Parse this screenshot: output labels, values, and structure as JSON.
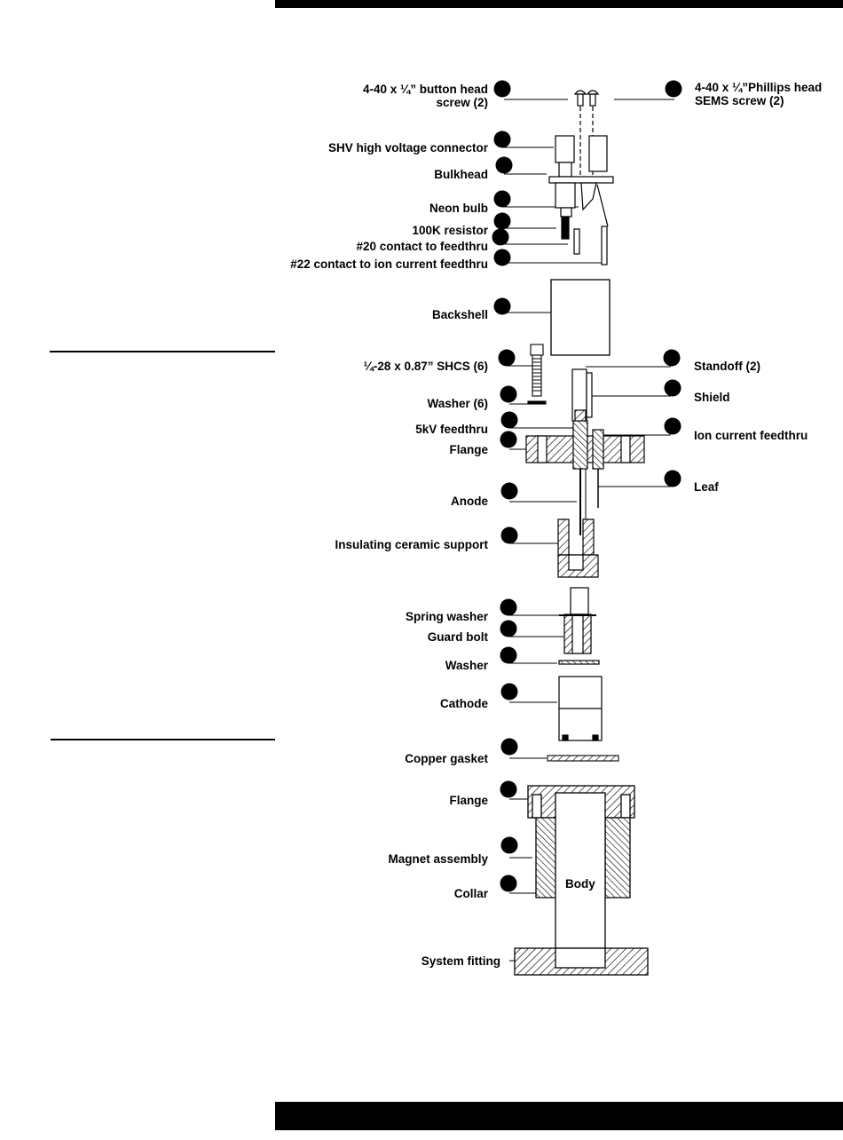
{
  "labels": {
    "button_head_screw": "4-40 x ¼” button head",
    "button_head_screw_qty": "screw (2)",
    "phillips_screw": "4-40 x ¼”Phillips head",
    "phillips_screw_qty": "SEMS screw (2)",
    "shv_connector": "SHV high voltage connector",
    "bulkhead": "Bulkhead",
    "neon_bulb": "Neon bulb",
    "resistor": "100K resistor",
    "contact_20": "#20 contact to feedthru",
    "contact_22": "#22 contact to ion current feedthru",
    "backshell": "Backshell",
    "shcs": "¼-28 x 0.87” SHCS (6)",
    "standoff": "Standoff (2)",
    "washer_6": "Washer (6)",
    "shield": "Shield",
    "feedthru_5kv": "5kV feedthru",
    "ion_feedthru": "Ion current feedthru",
    "flange_upper": "Flange",
    "leaf": "Leaf",
    "anode": "Anode",
    "ceramic_support": "Insulating ceramic support",
    "spring_washer": "Spring washer",
    "guard_bolt": "Guard bolt",
    "washer": "Washer",
    "cathode": "Cathode",
    "copper_gasket": "Copper gasket",
    "flange_lower": "Flange",
    "magnet_assembly": "Magnet assembly",
    "body": "Body",
    "collar": "Collar",
    "system_fitting": "System fitting"
  }
}
